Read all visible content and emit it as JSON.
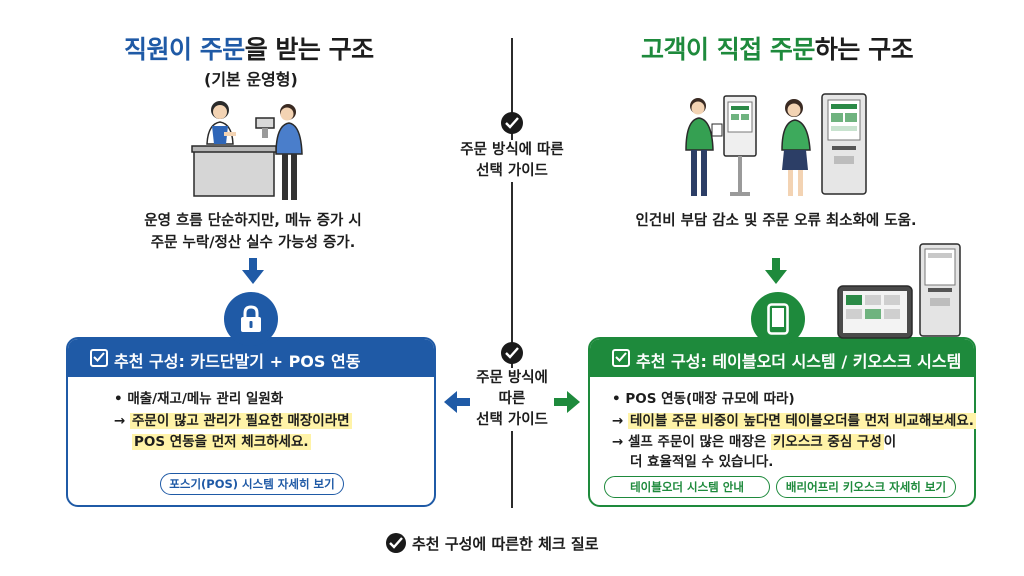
{
  "left": {
    "title_highlight": "직원이 주문",
    "title_rest": "을 받는 구조",
    "subtitle": "(기본 운영형)",
    "description": [
      "운영 흐름 단순하지만, 메뉴 증가 시",
      "주문 누락/정산 실수 가능성 증가."
    ],
    "panel": {
      "header": "추천 구성: 카드단말기 + POS 연동",
      "bullet": "• 매출/재고/메뉴 관리 일원화",
      "arrow_line_1_prefix": "→ ",
      "arrow_line_1": "주문이 많고 관리가 필요한 매장이라면",
      "arrow_line_2": "POS 연동을 먼저 체크하세요.",
      "button": "포스기(POS) 시스템 자세히 보기"
    }
  },
  "right": {
    "title_highlight": "고객이 직접 주문",
    "title_rest": "하는 구조",
    "description": [
      "인건비 부담 감소 및 주문 오류 최소화에 도움."
    ],
    "panel": {
      "header": "추천 구성: 테이블오더 시스템 / 키오스크 시스템",
      "bullet": "• POS 연동(매장 규모에 따라)",
      "line_1_prefix": "→ ",
      "line_1": "테이블 주문 비중이 높다면 테이블오더를 먼저 비교해보세요.",
      "line_2_prefix": "→ 셀프 주문이 많은 매장은 ",
      "line_2_hl": "키오스크 중심 구성",
      "line_2_suffix": "이",
      "line_3": "더 효율적일 수 있습니다.",
      "button_1": "테이블오더 시스템 안내",
      "button_2": "배리어프리 키오스크 자세히 보기"
    }
  },
  "center": {
    "guide_top": [
      "주문 방식에 따른",
      "선택 가이드"
    ],
    "guide_mid": [
      "주문 방식에",
      "따른",
      "선택 가이드"
    ]
  },
  "footer": "추천 구성에 따른한 체크 질로",
  "colors": {
    "blue": "#1f5aa6",
    "blue_title": "#1f5aa6",
    "green": "#1e8a3c",
    "green_title": "#1e8a3c",
    "highlight": "#fff3a8"
  },
  "icons": [
    "lock-icon",
    "tablet-icon",
    "check-icon",
    "down-arrow-icon",
    "left-arrow-icon",
    "right-arrow-icon"
  ]
}
